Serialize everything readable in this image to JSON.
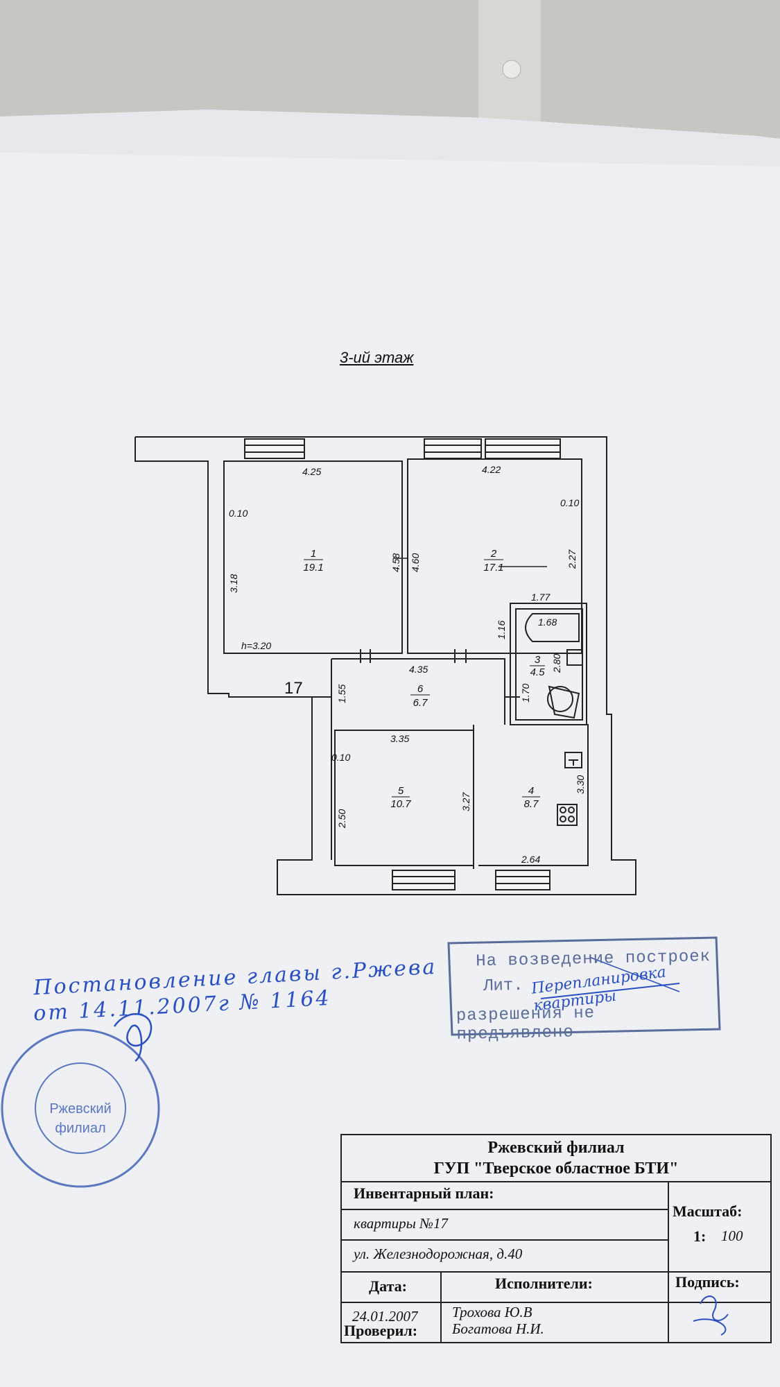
{
  "floor_title": "3-ий этаж",
  "rooms": [
    {
      "number": "1",
      "area": "19.1"
    },
    {
      "number": "2",
      "area": "17.1"
    },
    {
      "number": "3",
      "area": "4.5"
    },
    {
      "number": "4",
      "area": "8.7"
    },
    {
      "number": "5",
      "area": "10.7"
    },
    {
      "number": "6",
      "area": "6.7"
    }
  ],
  "apartment_marker": "17",
  "ceiling_height": "h=3.20",
  "dimensions": {
    "r1_top": "4.25",
    "r1_wall": "0.10",
    "r1_left": "3.18",
    "r1_right": "4.58",
    "r2_top": "4.22",
    "r2_wall": "0.10",
    "r2_left": "4.60",
    "r2_right": "2.27",
    "r2_bottom": "1.77",
    "bath_top": "1.16",
    "bath_tub": "1.68",
    "bath_side": "2.80",
    "hall_top": "4.35",
    "hall_left": "1.55",
    "hall_right": "1.70",
    "r5_top": "3.35",
    "r5_wall": "0.10",
    "r5_left": "2.50",
    "r5_right": "3.27",
    "r4_right": "3.30",
    "r4_bottom": "2.64"
  },
  "handwritten_note": {
    "line1": "Постановление главы г.Ржева",
    "line2": "от 14.11.2007г № 1164"
  },
  "stamp_box": {
    "line1": "На возведение построек",
    "line2": "Лит.",
    "line3": "разрешения не предъявлено",
    "handwritten": "Перепланировка квартиры"
  },
  "round_stamp": {
    "center_line1": "Ржевский",
    "center_line2": "филиал"
  },
  "title_block": {
    "org_line1": "Ржевский филиал",
    "org_line2": "ГУП \"Тверское областное БТИ\"",
    "plan_label": "Инвентарный план:",
    "apartment": "квартиры №17",
    "address": "ул. Железнодорожная, д.40",
    "scale_label": "Масштаб:",
    "scale_prefix": "1:",
    "scale_value": "100",
    "date_label": "Дата:",
    "executors_label": "Исполнители:",
    "signature_label": "Подпись:",
    "date_value": "24.01.2007",
    "executor_name": "Трохова Ю.В",
    "checked_label": "Проверил:",
    "checker_name": "Богатова Н.И."
  }
}
